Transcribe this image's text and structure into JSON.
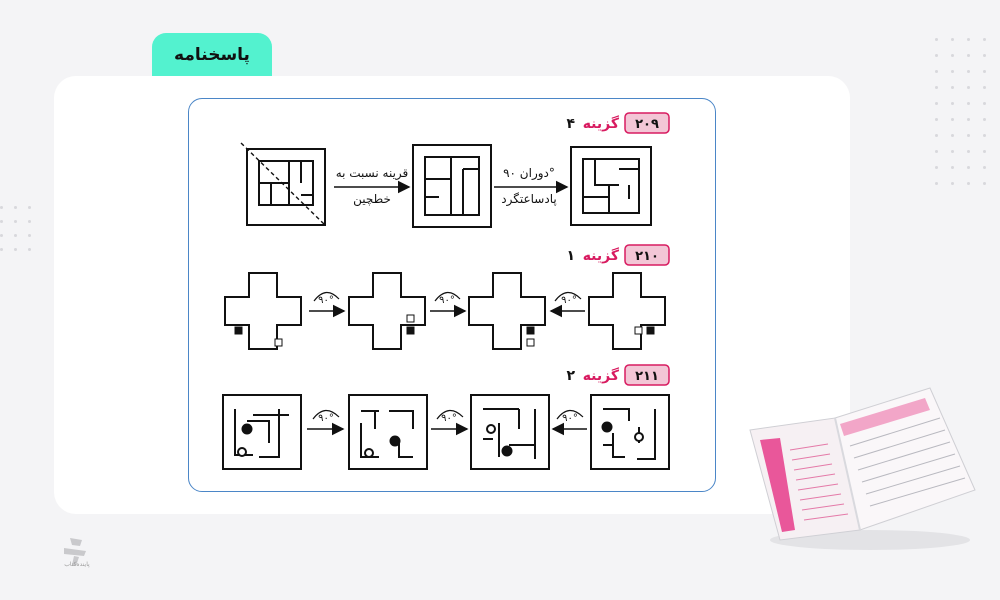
{
  "header": {
    "tab_label": "پاسخنامه"
  },
  "questions": [
    {
      "number": "۲۰۹",
      "label": "گزینه",
      "answer": "۴",
      "arrow1_line1": "قرینه نسبت به",
      "arrow1_line2": "خطچین",
      "arrow2_line1": "دوران ۹۰°",
      "arrow2_line2": "پادساعتگرد"
    },
    {
      "number": "۲۱۰",
      "label": "گزینه",
      "answer": "۱",
      "rotation": "۹۰°"
    },
    {
      "number": "۲۱۱",
      "label": "گزینه",
      "answer": "۲",
      "rotation": "۹۰°"
    }
  ],
  "footer": {
    "logo_text": "پاینده‌کتاب"
  },
  "colors": {
    "tab": "#53f2cf",
    "panel_border": "#4b86c7",
    "badge_border": "#d81b60",
    "badge_fill": "#f3c6d6",
    "answer": "#d81b60"
  }
}
